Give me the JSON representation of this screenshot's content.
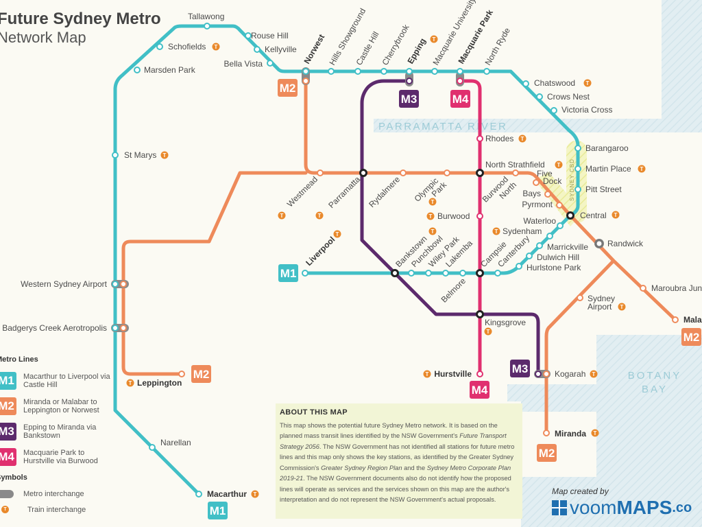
{
  "title": "Future Sydney Metro",
  "subtitle": "Network Map",
  "colors": {
    "m1": "#41bfc6",
    "m2": "#ee8a5a",
    "m3": "#5c2a6c",
    "m4": "#e0306f",
    "water": "#e2eef2",
    "cbd": "#eef0a6",
    "train": "#e9892b"
  },
  "badges": {
    "m1": "M1",
    "m2": "M2",
    "m3": "M3",
    "m4": "M4",
    "train": "T"
  },
  "water_labels": {
    "river": "PARRAMATTA RIVER",
    "bay1": "BOTANY",
    "bay2": "BAY",
    "cbd": "SYDNEY CBD"
  },
  "stations": {
    "tallawong": "Tallawong",
    "schofields": "Schofields",
    "rouse_hill": "Rouse Hill",
    "kellyville": "Kellyville",
    "bella_vista": "Bella Vista",
    "marsden_park": "Marsden Park",
    "st_marys": "St Marys",
    "wsa": "Western Sydney Airport",
    "badgerys": "Badgerys Creek Aerotropolis",
    "leppington": "Leppington",
    "narellan": "Narellan",
    "macarthur": "Macarthur",
    "norwest": "Norwest",
    "hills_showground": "Hills Showground",
    "castle_hill": "Castle Hill",
    "cherrybrook": "Cherrybrook",
    "epping": "Epping",
    "macquarie_uni": "Macquarie University",
    "macquarie_park": "Macquarie Park",
    "north_ryde": "North Ryde",
    "chatswood": "Chatswood",
    "crows_nest": "Crows Nest",
    "victoria_cross": "Victoria Cross",
    "barangaroo": "Barangaroo",
    "martin_place": "Martin Place",
    "pitt_street": "Pitt Street",
    "central": "Central",
    "westmead": "Westmead",
    "parramatta": "Parramatta",
    "rydalmere": "Rydalmere",
    "olympic_park_1": "Olympic",
    "olympic_park_2": "Park",
    "rhodes": "Rhodes",
    "north_strathfield": "North Strathfield",
    "burwood_north_1": "Burwood",
    "burwood_north_2": "North",
    "five_dock_1": "Five",
    "five_dock_2": "Dock",
    "bays": "Bays",
    "pyrmont": "Pyrmont",
    "burwood": "Burwood",
    "randwick": "Randwick",
    "maroubra": "Maroubra Junction",
    "malabar": "Malabar",
    "sydney_airport_1": "Sydney",
    "sydney_airport_2": "Airport",
    "kogarah": "Kogarah",
    "miranda": "Miranda",
    "liverpool": "Liverpool",
    "bankstown": "Bankstown",
    "punchbowl": "Punchbowl",
    "wiley_park": "Wiley Park",
    "lakemba": "Lakemba",
    "belmore": "Belmore",
    "campsie": "Campsie",
    "canterbury": "Canterbury",
    "waterloo": "Waterloo",
    "sydenham": "Sydenham",
    "marrickville": "Marrickville",
    "dulwich_hill": "Dulwich Hill",
    "hurlstone_park": "Hurlstone Park",
    "kingsgrove": "Kingsgrove",
    "hurstville": "Hurstville"
  },
  "legend": {
    "lines_title": "Metro Lines",
    "lines": [
      {
        "badge": "M1",
        "text": "Macarthur to Liverpool via Castle Hill"
      },
      {
        "badge": "M2",
        "text": "Miranda or Malabar to Leppington or Norwest"
      },
      {
        "badge": "M3",
        "text": "Epping to Miranda via Bankstown"
      },
      {
        "badge": "M4",
        "text": "Macquarie Park to Hurstville via Burwood"
      }
    ],
    "symbols_title": "Symbols",
    "metro_interchange": "Metro interchange",
    "train_interchange": "Train interchange"
  },
  "about": {
    "title": "ABOUT THIS MAP",
    "p1": "This map shows the potential future Sydney Metro network. It is based on the planned mass transit lines identified by the NSW Government's ",
    "i1": "Future Transport Strategy 2056",
    "p2": ". The NSW Government has not identified all stations for future metro lines and this map only shows the key stations, as identified by the Greater Sydney Commission's ",
    "i2": "Greater Sydney Region Plan",
    "p3": " and the ",
    "i3": "Sydney Metro Corporate Plan 2019-21",
    "p4": ". The NSW Government documents also do not identify how the proposed lines will operate as services and the services shown on this map are the author's interpretation and do not represent the NSW Government's actual proposals."
  },
  "credit": {
    "label": "Map created by",
    "brand_light": "voom",
    "brand_bold": "MAPS",
    "brand_tld": ".co"
  }
}
